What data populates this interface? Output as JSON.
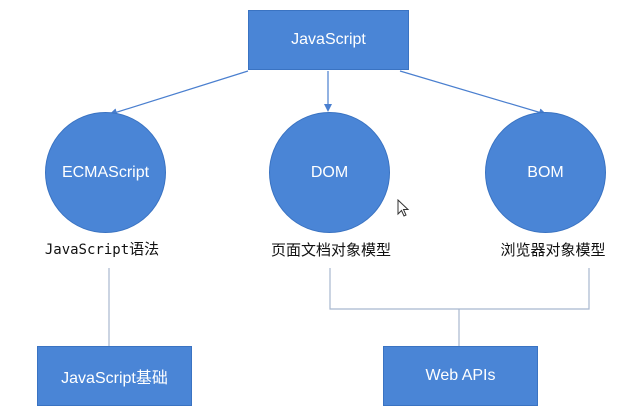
{
  "root": {
    "label": "JavaScript"
  },
  "branches": [
    {
      "circle_label": "ECMAScript",
      "caption_code": "JavaScript",
      "caption_suffix": "语法"
    },
    {
      "circle_label": "DOM",
      "caption": "页面文档对象模型"
    },
    {
      "circle_label": "BOM",
      "caption": "浏览器对象模型"
    }
  ],
  "bottom": {
    "basics_label": "JavaScript基础",
    "webapis_label": "Web APIs"
  },
  "colors": {
    "node_fill": "#4a85d6",
    "node_border": "#3a73c2",
    "arrow": "#4a7fcf",
    "connector": "#a8b8cf"
  },
  "cursor": {
    "icon": "mouse-pointer-icon"
  }
}
